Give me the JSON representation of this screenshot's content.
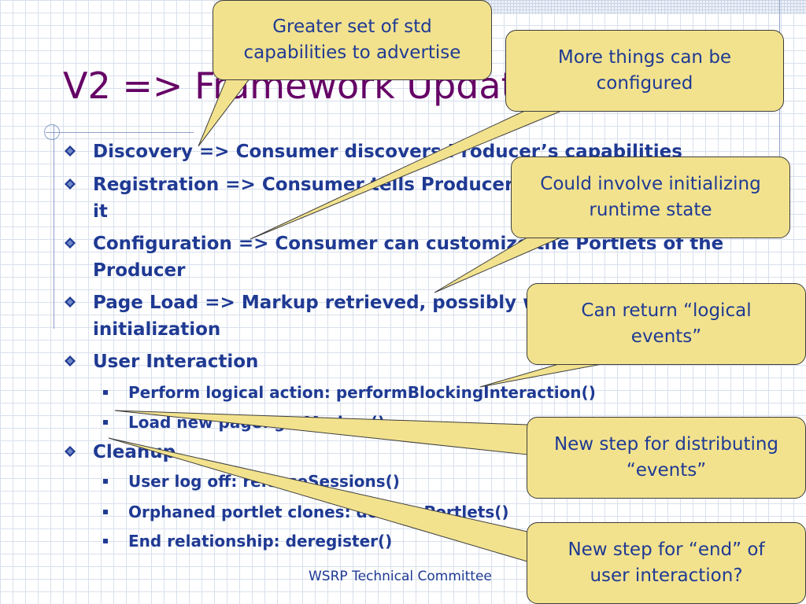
{
  "slide": {
    "title": "V2 => Framework Updates",
    "footer": "WSRP Technical Committee",
    "bullets": [
      {
        "text": "Discovery => Consumer discovers Producer’s capabilities"
      },
      {
        "text": "Registration => Consumer tells Producer how it intends to use it"
      },
      {
        "text": "Configuration => Consumer can customize the Portlets of the Producer"
      },
      {
        "text": "Page Load => Markup retrieved, possibly with some initialization"
      },
      {
        "text": "User Interaction",
        "sub": [
          "Perform logical action: performBlockingInteraction()",
          "Load new page: getMarkup()"
        ]
      },
      {
        "text": "Cleanup",
        "sub": [
          "User log off: releaseSessions()",
          "Orphaned portlet clones: destroyPortlets()",
          "End relationship: deregister()"
        ]
      }
    ]
  },
  "callouts": {
    "capabilities": {
      "line1": "Greater set of std",
      "line2": "capabilities to advertise"
    },
    "configured": {
      "line1": "More things can be",
      "line2": "configured"
    },
    "runtime": {
      "line1": "Could involve initializing",
      "line2": "runtime state"
    },
    "logical_events": {
      "line1": "Can return “logical",
      "line2": "events”"
    },
    "distributing": {
      "line1": "New step for distributing",
      "line2": "“events”"
    },
    "end_interaction": {
      "line1": "New step for “end” of",
      "line2": "user interaction?"
    }
  },
  "colors": {
    "title": "#660066",
    "body_text": "#1f3a93",
    "callout_fill": "#f2e28e",
    "callout_border": "#3d3d3d",
    "grid": "#d8e0ec"
  }
}
